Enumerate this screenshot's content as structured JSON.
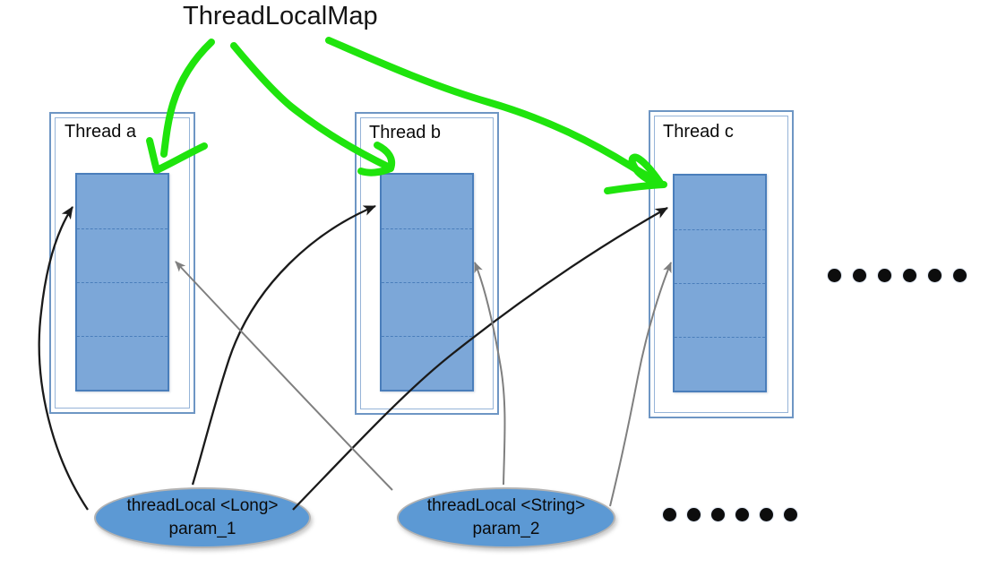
{
  "title": "ThreadLocalMap",
  "threads": [
    {
      "label": "Thread a",
      "map_slots": 4
    },
    {
      "label": "Thread b",
      "map_slots": 4
    },
    {
      "label": "Thread c",
      "map_slots": 4
    }
  ],
  "thread_locals": [
    {
      "type_label": "threadLocal <Long>",
      "name": "param_1"
    },
    {
      "type_label": "threadLocal <String>",
      "name": "param_2"
    }
  ],
  "ellipsis": {
    "top_right_dots": 6,
    "bottom_dots": 6
  },
  "arrows": {
    "green": [
      {
        "from": "ThreadLocalMap",
        "to": "Thread a map"
      },
      {
        "from": "ThreadLocalMap",
        "to": "Thread b map"
      },
      {
        "from": "ThreadLocalMap",
        "to": "Thread c map"
      }
    ],
    "black": [
      {
        "from": "param_1",
        "to": "Thread a map slot 1"
      },
      {
        "from": "param_1",
        "to": "Thread b map slot 1"
      },
      {
        "from": "param_1",
        "to": "Thread c map slot 1"
      }
    ],
    "gray": [
      {
        "from": "param_2",
        "to": "Thread a map slot 2"
      },
      {
        "from": "param_2",
        "to": "Thread b map slot 2"
      },
      {
        "from": "param_2",
        "to": "Thread c map slot 2"
      }
    ]
  },
  "colors": {
    "green_arrow": "#1FE40D",
    "black_arrow": "#1a1a1a",
    "gray_arrow": "#7f7f7f",
    "cell_fill": "#7CA7D8",
    "cell_border": "#4A7EBB",
    "box_border_outer": "#6E96C4",
    "box_border_inner": "#96B4D8",
    "ellipse_fill": "#5C99D4"
  }
}
